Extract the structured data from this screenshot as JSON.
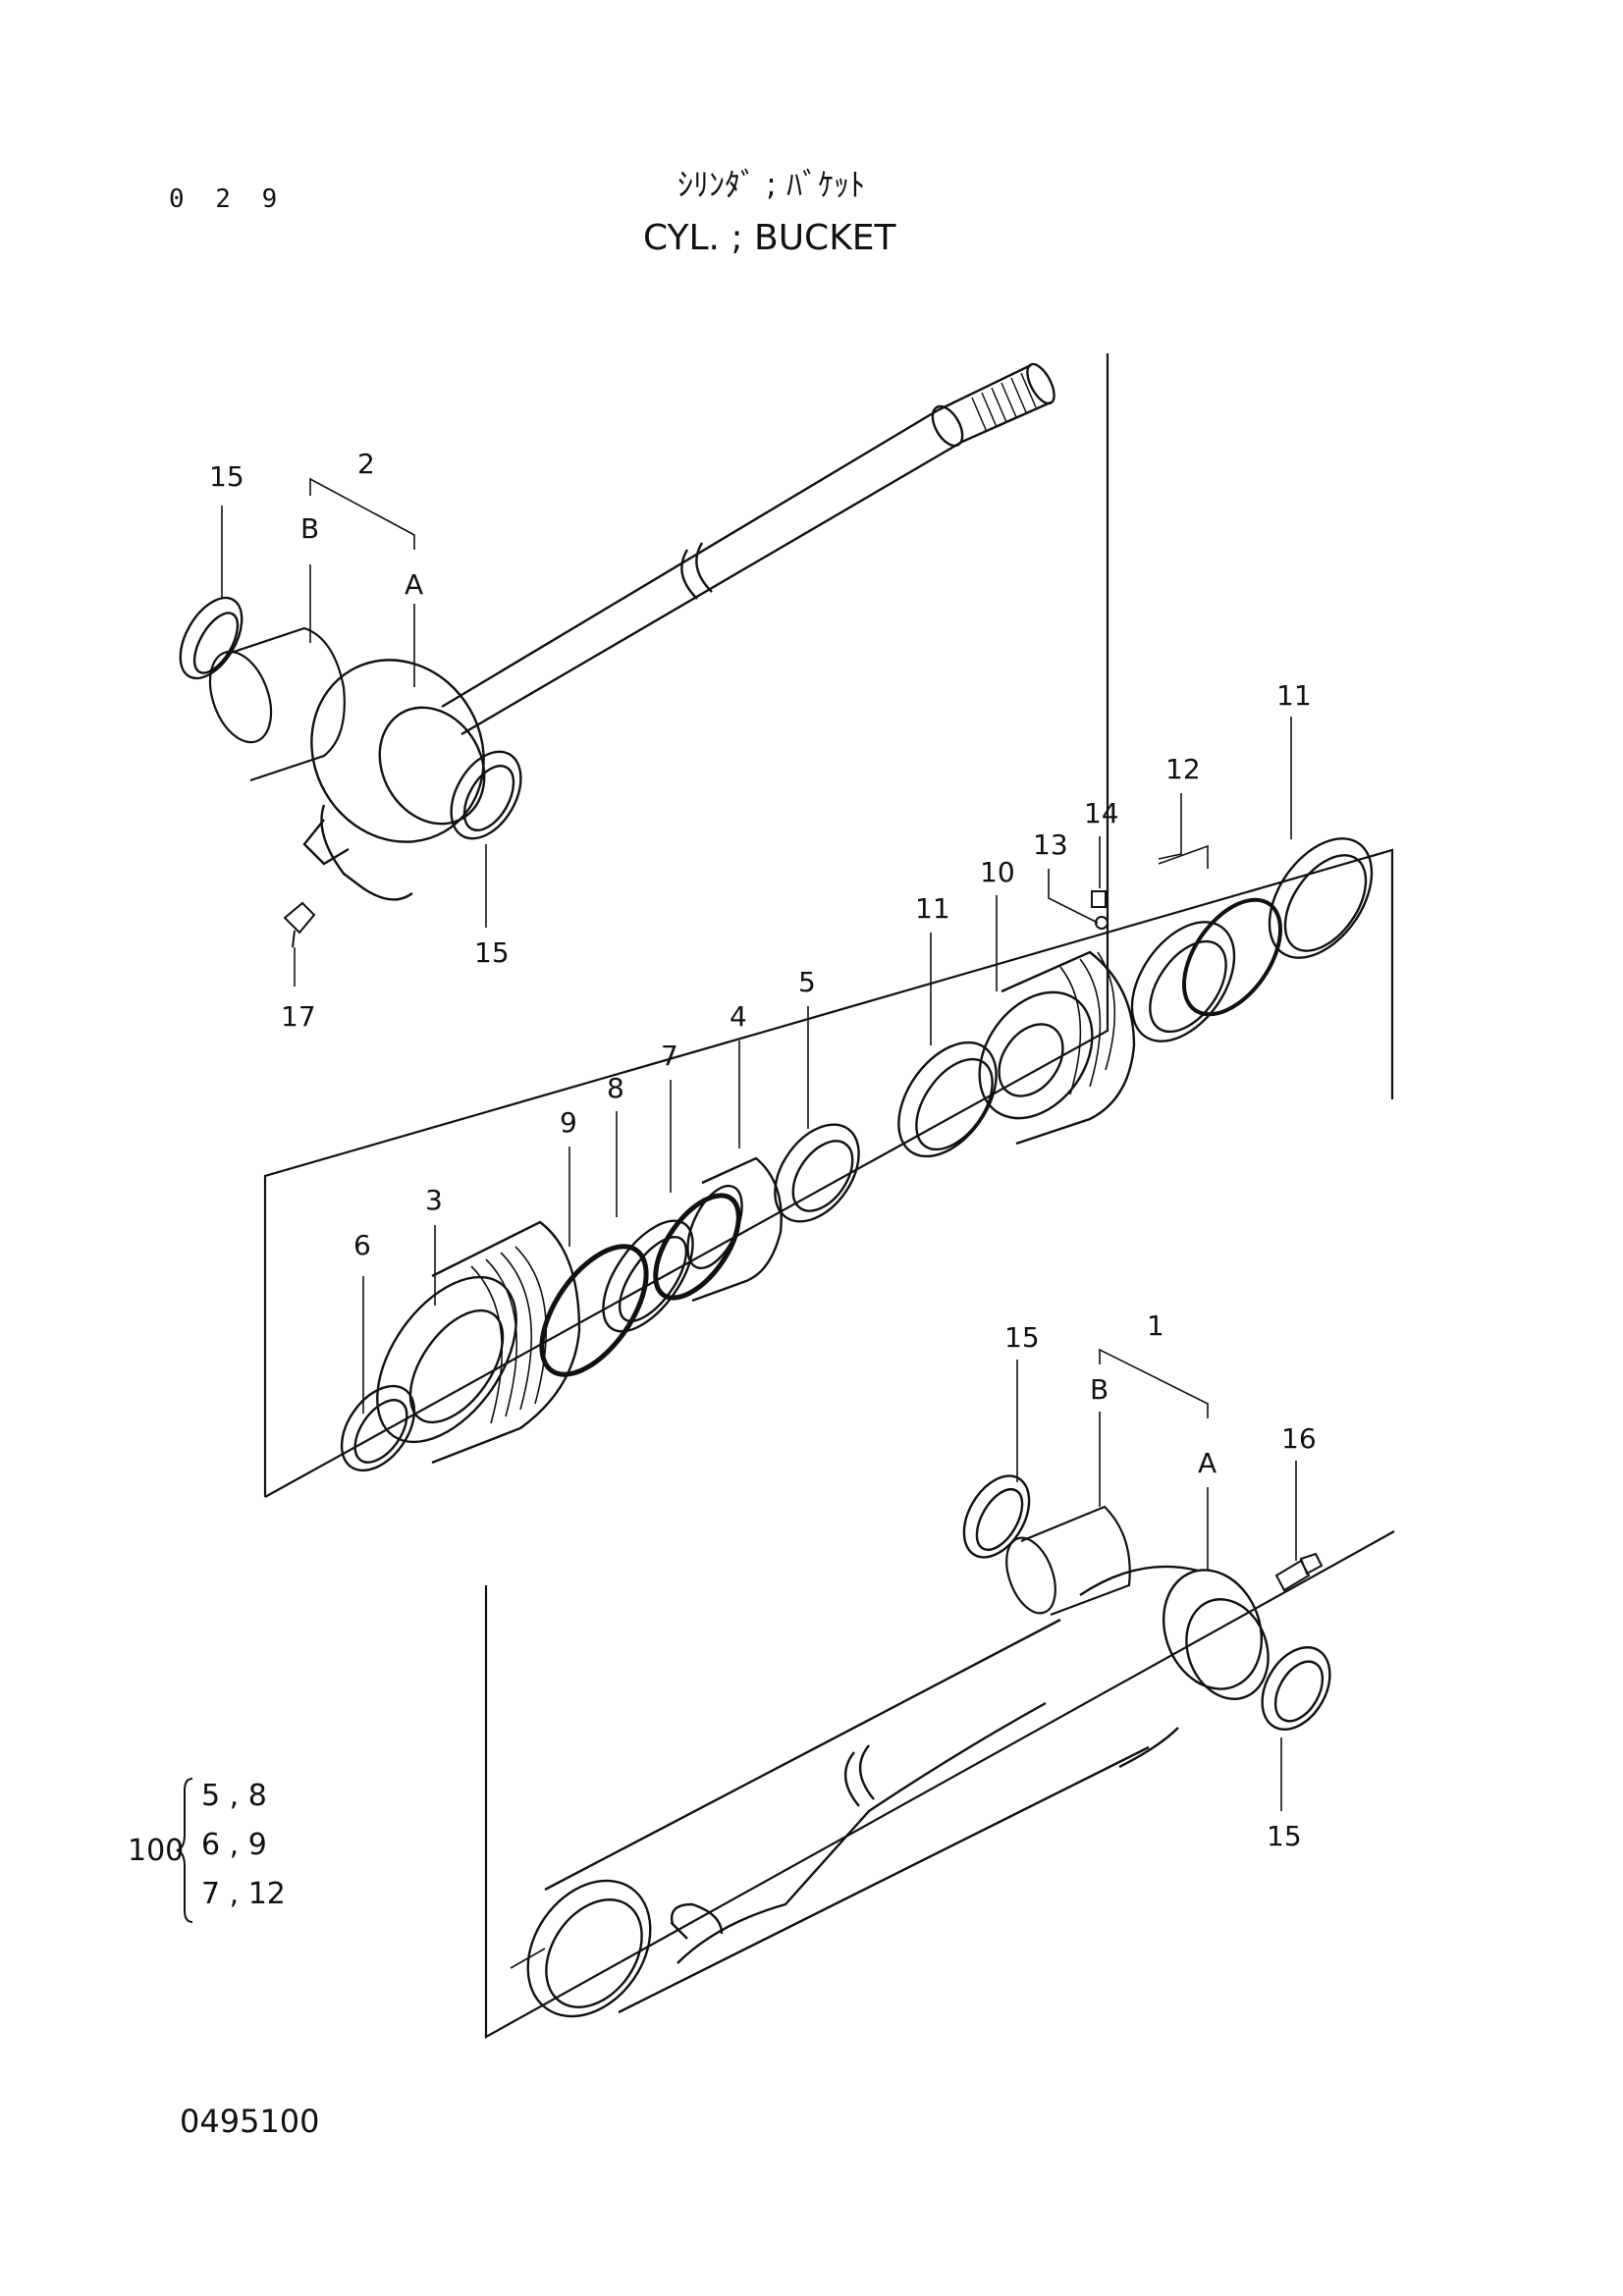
{
  "header": {
    "page_number": "0 2 9",
    "title_jp": "ｼﾘﾝﾀﾞ ; ﾊﾞｹｯﾄ",
    "title_en": "CYL. ; BUCKET"
  },
  "footer": {
    "drawing_number": "0495100"
  },
  "callouts": {
    "c1": "1",
    "c2": "2",
    "c3": "3",
    "c4": "4",
    "c5": "5",
    "c6": "6",
    "c7": "7",
    "c8": "8",
    "c9": "9",
    "c10": "10",
    "c11a": "11",
    "c11b": "11",
    "c12": "12",
    "c13": "13",
    "c14": "14",
    "c15a": "15",
    "c15b": "15",
    "c15c": "15",
    "c15d": "15",
    "c16": "16",
    "c17": "17",
    "c2A": "A",
    "c2B": "B",
    "c1A": "A",
    "c1B": "B"
  },
  "kit": {
    "number": "100",
    "rows": [
      "5 , 8",
      "6 , 9",
      "7 , 12"
    ]
  }
}
